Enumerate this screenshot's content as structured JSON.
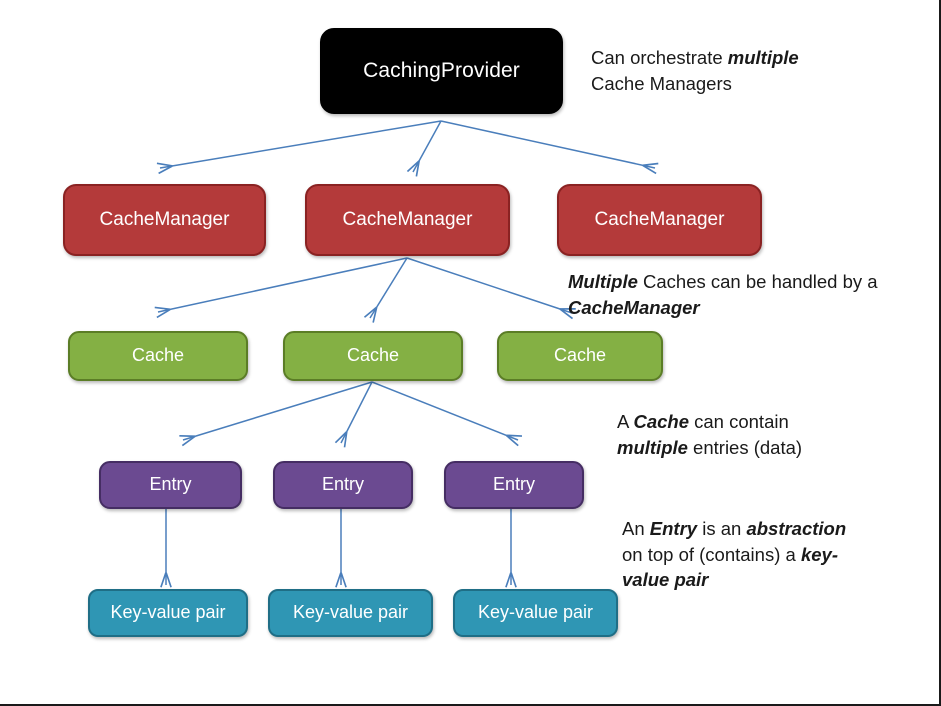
{
  "diagram": {
    "title_text": "CachingProvider",
    "nodes": {
      "provider": {
        "label": "CachingProvider",
        "color": "#000000"
      },
      "managers": [
        {
          "label": "CacheManager"
        },
        {
          "label": "CacheManager"
        },
        {
          "label": "CacheManager"
        }
      ],
      "caches": [
        {
          "label": "Cache"
        },
        {
          "label": "Cache"
        },
        {
          "label": "Cache"
        }
      ],
      "entries": [
        {
          "label": "Entry"
        },
        {
          "label": "Entry"
        },
        {
          "label": "Entry"
        }
      ],
      "keyvalues": [
        {
          "label": "Key-value pair"
        },
        {
          "label": "Key-value pair"
        },
        {
          "label": "Key-value pair"
        }
      ]
    },
    "colors": {
      "provider": "#000000",
      "manager": "#b43a3a",
      "manager_border": "#8a2222",
      "cache": "#84b044",
      "cache_border": "#5b7d26",
      "entry": "#6b4a91",
      "entry_border": "#452d63",
      "keyvalue": "#2f96b4",
      "keyvalue_border": "#1f6e86",
      "arrow": "#4a7ebb",
      "text": "#1a1a1a",
      "background": "#ffffff"
    },
    "annotations": [
      {
        "id": "provider-note",
        "lines": [
          [
            {
              "text": "Can orchestrate ",
              "emphasis": false
            },
            {
              "text": "multiple",
              "emphasis": true
            }
          ],
          [
            {
              "text": "Cache Managers",
              "emphasis": false
            }
          ]
        ],
        "plain": "Can orchestrate multiple Cache Managers"
      },
      {
        "id": "manager-note",
        "lines": [
          [
            {
              "text": "Multiple",
              "emphasis": true
            },
            {
              "text": " Caches can be handled by a",
              "emphasis": false
            }
          ],
          [
            {
              "text": "CacheManager",
              "emphasis": true
            }
          ]
        ],
        "plain": "Multiple Caches can be handled by a CacheManager"
      },
      {
        "id": "cache-note",
        "lines": [
          [
            {
              "text": "A ",
              "emphasis": false
            },
            {
              "text": "Cache",
              "emphasis": true
            },
            {
              "text": " can contain",
              "emphasis": false
            }
          ],
          [
            {
              "text": "multiple",
              "emphasis": true
            },
            {
              "text": " entries (data)",
              "emphasis": false
            }
          ]
        ],
        "plain": "A Cache can contain multiple entries (data)"
      },
      {
        "id": "entry-note",
        "lines": [
          [
            {
              "text": "An ",
              "emphasis": false
            },
            {
              "text": "Entry",
              "emphasis": true
            },
            {
              "text": " is an ",
              "emphasis": false
            },
            {
              "text": "abstraction",
              "emphasis": true
            }
          ],
          [
            {
              "text": "on top of (contains) a ",
              "emphasis": false
            },
            {
              "text": "key-",
              "emphasis": true
            }
          ],
          [
            {
              "text": "value pair",
              "emphasis": true
            }
          ]
        ],
        "plain": "An Entry is an abstraction on top of (contains) a key-value pair"
      }
    ]
  }
}
